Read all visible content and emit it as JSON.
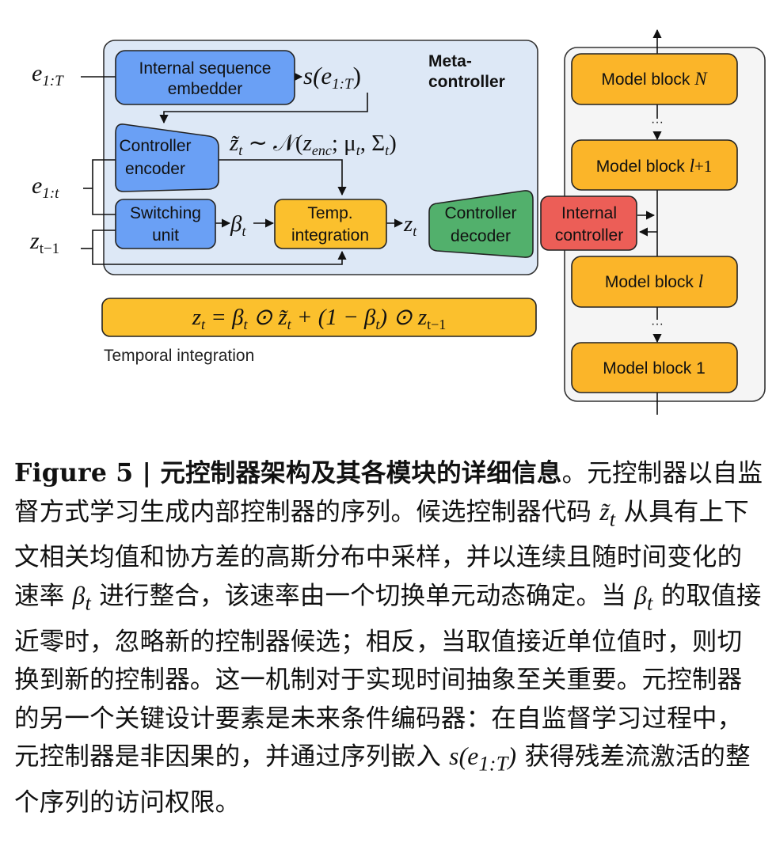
{
  "figure": {
    "meta_controller": {
      "title_line1": "Meta-",
      "title_line2": "controller",
      "boxes": {
        "embedder": {
          "line1": "Internal sequence",
          "line2": "embedder",
          "color": "#6aa0f5"
        },
        "encoder": {
          "line1": "Controller",
          "line2": "encoder",
          "color": "#6aa0f5"
        },
        "switching": {
          "line1": "Switching",
          "line2": "unit",
          "color": "#6aa0f5"
        },
        "temp_integration": {
          "line1": "Temp.",
          "line2": "integration",
          "color": "#fbc02d"
        },
        "decoder": {
          "line1": "Controller",
          "line2": "decoder",
          "color": "#52b06c"
        }
      },
      "background": "#dde8f6",
      "inputs": {
        "e_full": {
          "base": "e",
          "sub": "1:T"
        },
        "e_partial": {
          "base": "e",
          "sub": "1:t"
        },
        "z_prev": {
          "base": "z",
          "sub": "t−1"
        }
      },
      "labels": {
        "s_embed": {
          "pre": "s(",
          "base": "e",
          "sub": "1:T",
          "post": ")"
        },
        "sample": {
          "lhs": "z̃",
          "lhs_sub": "t",
          "sim": " ∼ 𝒩(",
          "z": "z",
          "z_sub": "enc",
          "mid": "; μ",
          "mu_sub": "t",
          "comma": ", Σ",
          "sigma_sub": "t",
          "close": ")"
        },
        "beta": {
          "base": "β",
          "sub": "t"
        },
        "z_out": {
          "base": "z",
          "sub": "t"
        }
      }
    },
    "equation": {
      "text_parts": [
        "z",
        "t",
        " = β",
        "t",
        " ⊙ z̃",
        "t",
        " + (1 − β",
        "t",
        ") ⊙ z",
        "t−1"
      ],
      "color": "#fbc02d",
      "caption": "Temporal integration"
    },
    "model_stack": {
      "background": "#f5f5f5",
      "block_color": "#fbb529",
      "blocks": [
        {
          "text": "Model block ",
          "math": "N"
        },
        {
          "text": "Model block ",
          "math": "l",
          "suffix": "+1"
        },
        {
          "text": "Model block ",
          "math": "l"
        },
        {
          "text": "Model block 1",
          "math": ""
        }
      ],
      "ellipsis": "···",
      "internal_controller": {
        "line1": "Internal",
        "line2": "controller",
        "color": "#ec5e57"
      }
    }
  },
  "caption": {
    "label": "Figure 5 | ",
    "title": "元控制器架构及其各模块的详细信息",
    "body_1": "。元控制器以自监督方式学习生成内部控制器的序列。候选控制器代码 ",
    "math_1": "z̃",
    "math_1_sub": "t",
    "body_2": " 从具有上下文相关均值和协方差的高斯分布中采样，并以连续且随时间变化的速率 ",
    "math_2": "β",
    "math_2_sub": "t",
    "body_3": " 进行整合，该速率由一个切换单元动态确定。当 ",
    "math_3": "β",
    "math_3_sub": "t",
    "body_4": " 的取值接近零时，忽略新的控制器候选；相反，当取值接近单位值时，则切换到新的控制器。这一机制对于实现时间抽象至关重要。元控制器的另一个关键设计要素是未来条件编码器：在自监督学习过程中，元控制器是非因果的，并通过序列嵌入 ",
    "math_4": "s(e",
    "math_4_sub": "1:T",
    "math_4_close": ")",
    "body_5": " 获得残差流激活的整个序列的访问权限。"
  }
}
